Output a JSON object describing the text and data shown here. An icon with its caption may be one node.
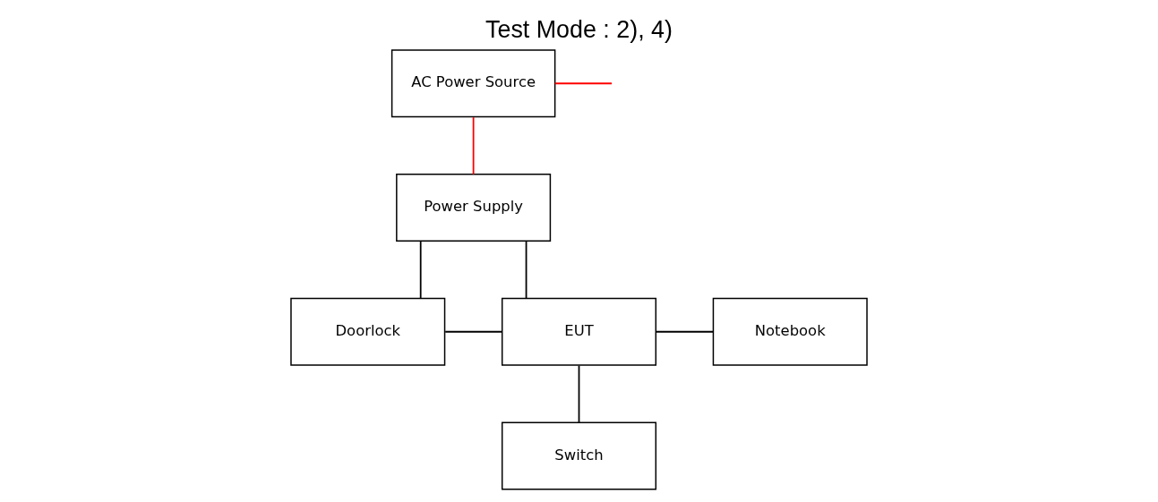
{
  "diagram": {
    "title": "Test Mode : 2), 4)",
    "nodes": [
      {
        "text": [
          "AC Power Source"
        ]
      },
      {
        "text": [
          "Power Supply"
        ]
      },
      {
        "text": [
          "Doorlock"
        ]
      },
      {
        "text": [
          "EUT"
        ]
      },
      {
        "text": [
          "Notebook"
        ]
      },
      {
        "text": [
          "Switch"
        ]
      }
    ],
    "edges": [
      {
        "from": 0,
        "to": null,
        "arrow": "none",
        "color": "#ff0000"
      },
      {
        "from": 0,
        "to": 1,
        "arrow": "none",
        "color": "#ff0000"
      },
      {
        "from": 1,
        "to": 2,
        "arrow": "none"
      },
      {
        "from": 1,
        "to": 3,
        "arrow": "none"
      },
      {
        "from": 2,
        "to": 3,
        "arrow": "none"
      },
      {
        "from": 3,
        "to": 4,
        "arrow": "none"
      },
      {
        "from": 3,
        "to": 5,
        "arrow": "none"
      }
    ]
  }
}
